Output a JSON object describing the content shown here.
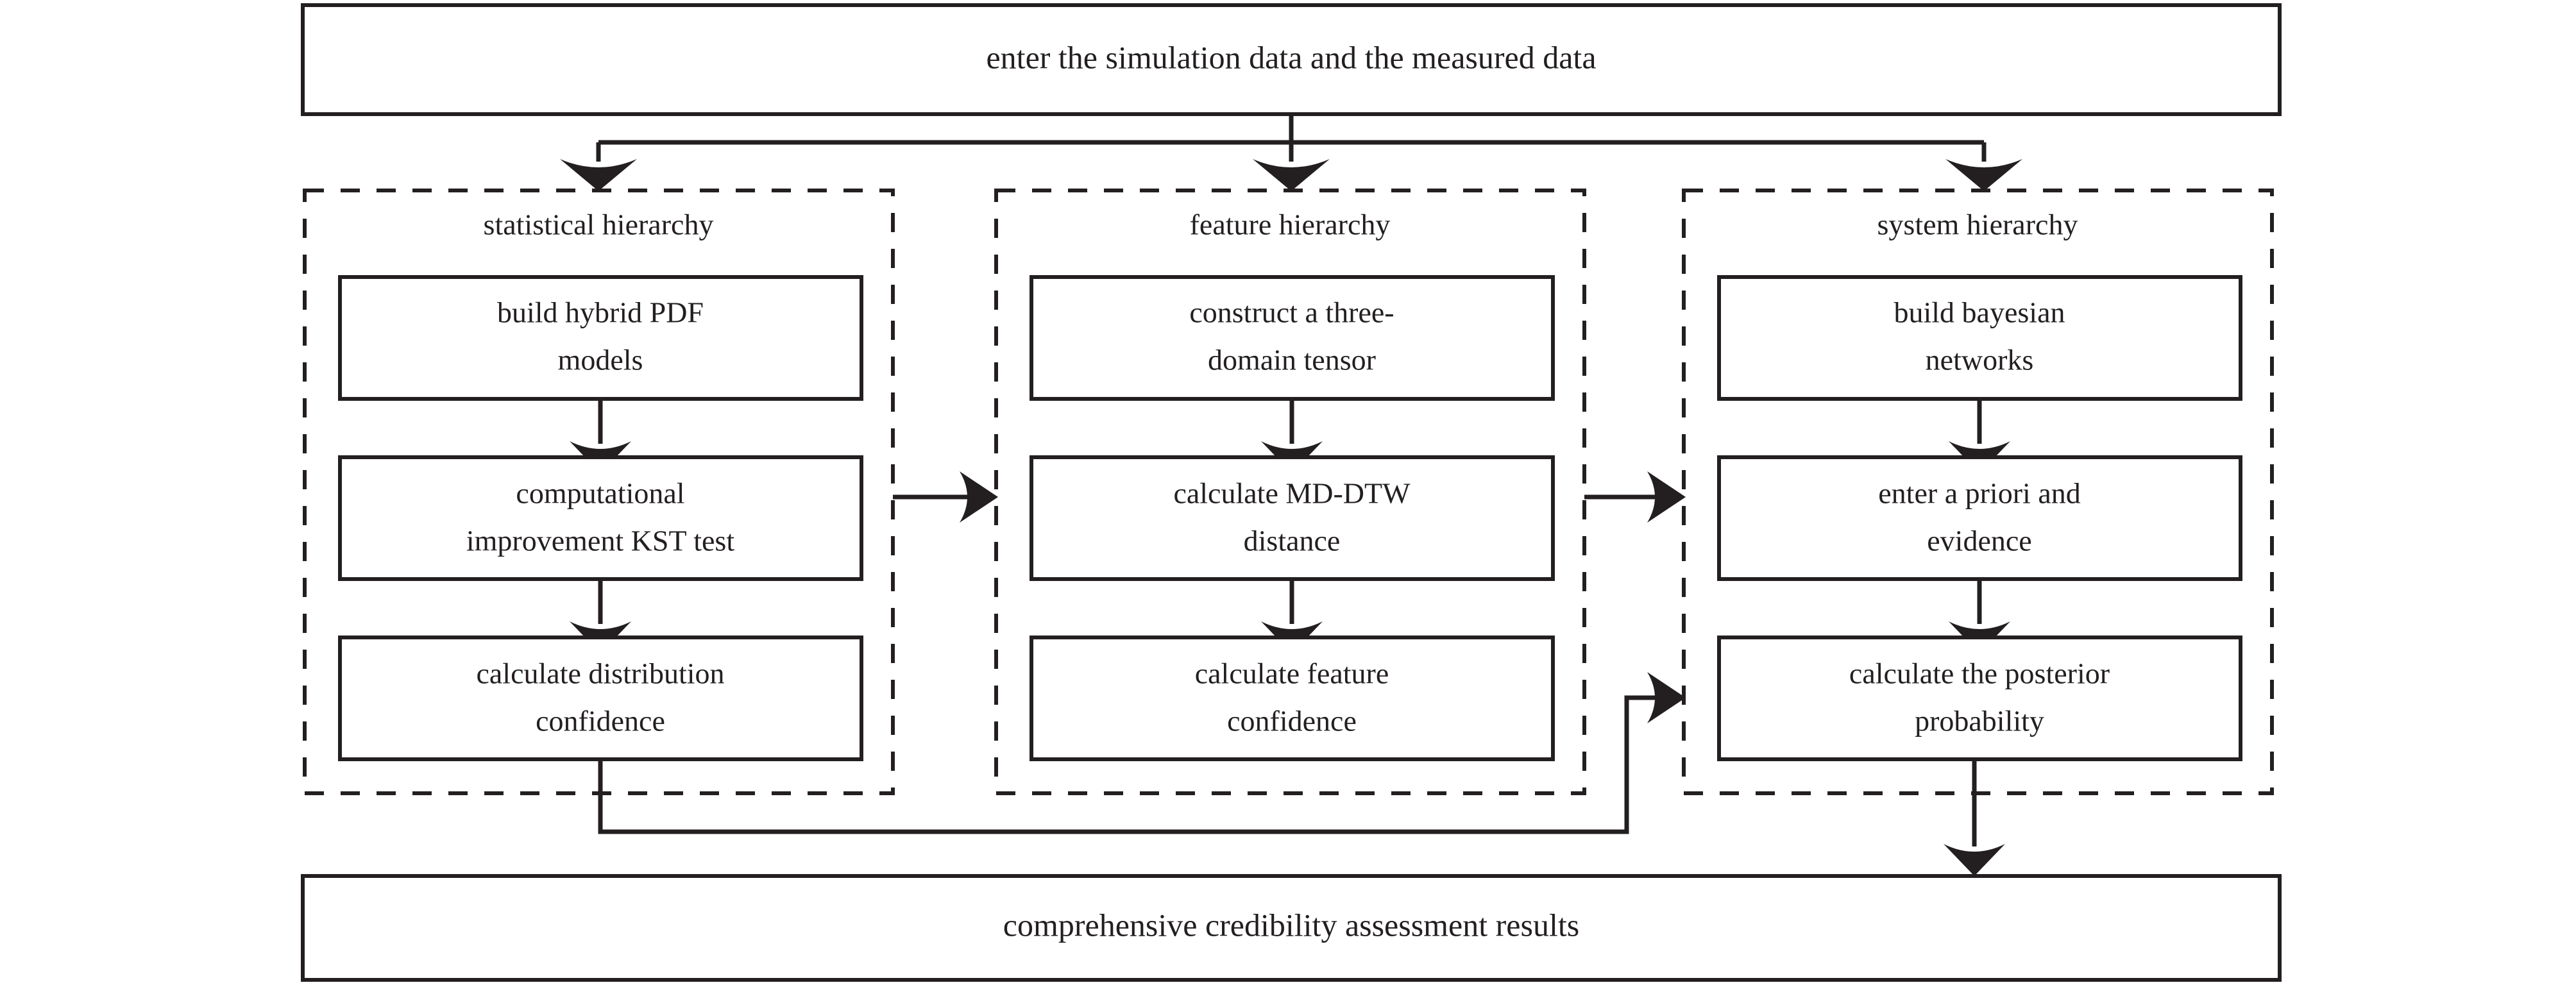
{
  "diagram": {
    "type": "flowchart",
    "orientation": "top-to-bottom-with-three-parallel-columns",
    "input_node": {
      "label": "enter the simulation data and the measured data"
    },
    "output_node": {
      "label": "comprehensive credibility assessment results"
    },
    "columns": [
      {
        "id": "statistical",
        "title": "statistical hierarchy",
        "steps": [
          {
            "line1": "build hybrid PDF",
            "line2": "models"
          },
          {
            "line1": "computational",
            "line2": "improvement KST test"
          },
          {
            "line1": "calculate distribution",
            "line2": "confidence"
          }
        ]
      },
      {
        "id": "feature",
        "title": "feature hierarchy",
        "steps": [
          {
            "line1": "construct a three-",
            "line2": "domain tensor"
          },
          {
            "line1": "calculate MD-DTW",
            "line2": "distance"
          },
          {
            "line1": "calculate feature",
            "line2": "confidence"
          }
        ]
      },
      {
        "id": "system",
        "title": "system hierarchy",
        "steps": [
          {
            "line1": "build bayesian",
            "line2": "networks"
          },
          {
            "line1": "enter a priori and",
            "line2": "evidence"
          },
          {
            "line1": "calculate the posterior",
            "line2": "probability"
          }
        ]
      }
    ],
    "connections": [
      {
        "name": "input-to-statistical",
        "from": "input_node",
        "to": "statistical.title",
        "direction": "down"
      },
      {
        "name": "input-to-feature",
        "from": "input_node",
        "to": "feature.title",
        "direction": "down"
      },
      {
        "name": "input-to-system",
        "from": "input_node",
        "to": "system.title",
        "direction": "down"
      },
      {
        "name": "statistical-step1-to-step2",
        "direction": "down"
      },
      {
        "name": "statistical-step2-to-step3",
        "direction": "down"
      },
      {
        "name": "feature-step1-to-step2",
        "direction": "down"
      },
      {
        "name": "feature-step2-to-step3",
        "direction": "down"
      },
      {
        "name": "system-step1-to-step2",
        "direction": "down"
      },
      {
        "name": "system-step2-to-step3",
        "direction": "down"
      },
      {
        "name": "statistical-to-feature",
        "direction": "right"
      },
      {
        "name": "feature-to-system",
        "direction": "right"
      },
      {
        "name": "statistical-confidence-to-posterior",
        "direction": "right-elbow"
      },
      {
        "name": "system-posterior-to-results",
        "direction": "down"
      }
    ],
    "colors": {
      "line": "#231f20",
      "fill": "#ffffff",
      "background": "#ffffff"
    }
  }
}
